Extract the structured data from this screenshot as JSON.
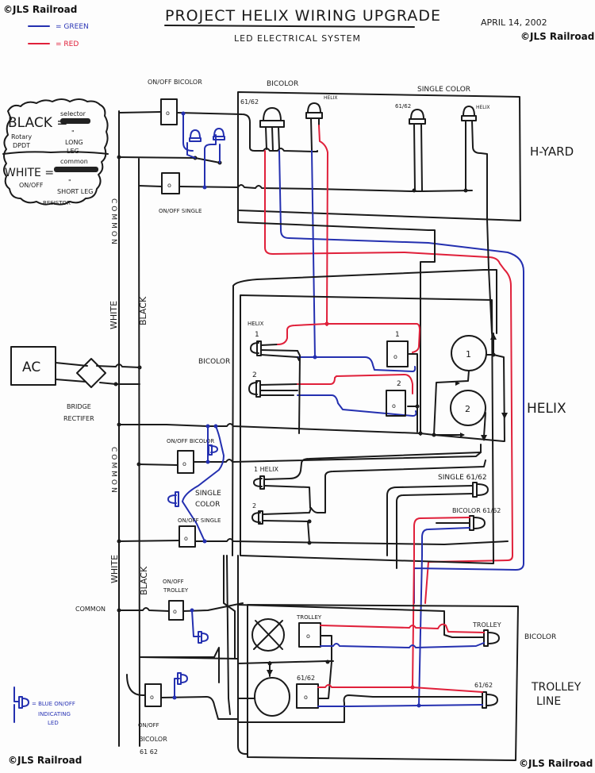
{
  "watermark": "©JLS Railroad",
  "title": "PROJECT HELIX WIRING UPGRADE",
  "subtitle": "LED ELECTRICAL SYSTEM",
  "date": "APRIL 14, 2002",
  "legend": {
    "green": {
      "label": "= GREEN",
      "color": "#2430b0"
    },
    "red": {
      "label": "= RED",
      "color": "#e0203a"
    },
    "indicator": {
      "line1": "= BLUE ON/OFF",
      "line2": "INDICATING",
      "line3": "LED"
    }
  },
  "key_cloud": {
    "black_label": "BLACK =",
    "black_note_top": "selector",
    "black_ditto": "\"",
    "black_note_1": "LONG",
    "black_note_2": "LEG",
    "rotary_1": "Rotary",
    "rotary_2": "DPDT",
    "white_label": "WHITE =",
    "white_note_top": "common",
    "white_ditto": "\"",
    "white_note": "SHORT LEG",
    "onoff": "ON/OFF",
    "resistor": "RESISTOR"
  },
  "bus_labels": {
    "common_top": "COMMON",
    "white_top": "WHITE",
    "black_top": "BLACK",
    "common_mid": "COMMON",
    "white_bottom": "WHITE",
    "black_bottom": "BLACK",
    "common_left": "COMMON"
  },
  "power": {
    "ac": "AC",
    "bridge_1": "BRIDGE",
    "bridge_2": "RECTIFER"
  },
  "sections": {
    "h_yard": "H-YARD",
    "helix": "HELIX",
    "trolley_1": "TROLLEY",
    "trolley_2": "LINE"
  },
  "switch_labels": {
    "onoff_bicolor_top": "ON/OFF BICOLOR",
    "onoff_single_top": "ON/OFF SINGLE",
    "onoff_bicolor_mid": "ON/OFF BICOLOR",
    "single_color_1": "SINGLE",
    "single_color_2": "COLOR",
    "onoff_single_mid": "ON/OFF SINGLE",
    "onoff_trolley_1": "ON/OFF",
    "onoff_trolley_2": "TROLLEY",
    "onoff_bottom_1": "ON/OFF",
    "onoff_bottom_2": "BICOLOR",
    "onoff_bottom_3": "61 62",
    "switch_glyph": "o"
  },
  "hyard_labels": {
    "bicolor": "BICOLOR",
    "single_color": "SINGLE COLOR",
    "g6162_a": "61/62",
    "helix_a": "HELIX",
    "g6162_b": "61/62",
    "helix_b": "HELIX"
  },
  "helix_labels": {
    "helix": "HELIX",
    "one": "1",
    "two": "2",
    "bicolor": "BICOLOR",
    "sw1": "1",
    "sw2": "2",
    "motor1": "1",
    "motor2": "2",
    "one_helix": "1 HELIX",
    "single_6162": "SINGLE 61/62",
    "bicolor_6162": "BICOLOR 61/62"
  },
  "trolley_labels": {
    "trolley_sw": "TROLLEY",
    "g6162_sw": "61/62",
    "trolley_led": "TROLLEY",
    "g6162_led": "61/62",
    "bicolor": "BICOLOR"
  }
}
